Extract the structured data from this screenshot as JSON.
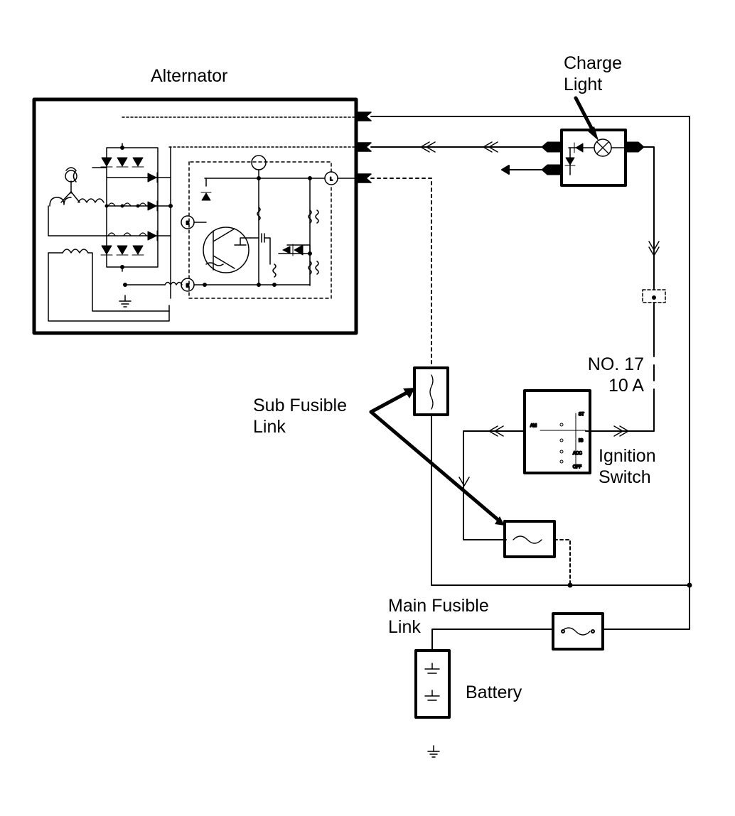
{
  "labels": {
    "alternator": "Alternator",
    "charge_light": [
      "Charge",
      "Light"
    ],
    "fuse": [
      "NO. 17",
      "10 A"
    ],
    "sub_fusible_link": [
      "Sub Fusible",
      "Link"
    ],
    "ignition_switch": [
      "Ignition",
      "Switch"
    ],
    "main_fusible_link": [
      "Main Fusible",
      "Link"
    ],
    "battery": "Battery"
  },
  "switch_positions": [
    "AM",
    "ST",
    "IG",
    "ACC",
    "OFF"
  ],
  "colors": {
    "ink": "#000000",
    "background": "#ffffff"
  }
}
